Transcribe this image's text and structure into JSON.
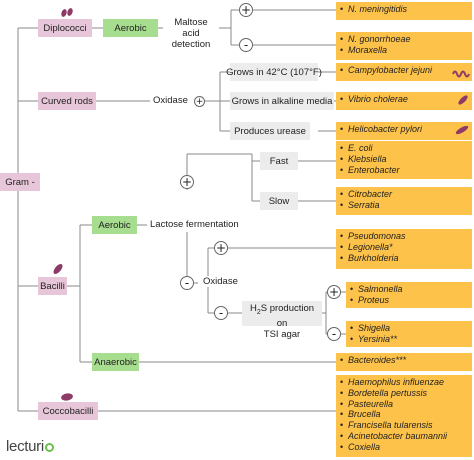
{
  "root": "Gram -",
  "groups": {
    "diplococci": "Diplococci",
    "curved_rods": "Curved rods",
    "bacilli": "Bacilli",
    "coccobacilli": "Coccobacilli"
  },
  "tests": {
    "aerobic_top": "Aerobic",
    "maltose_line1": "Maltose acid",
    "maltose_line2": "detection",
    "oxidase_curved": "Oxidase",
    "grows_42": "Grows in 42°C (107°F)",
    "grows_alkaline": "Grows in alkaline media",
    "produces_urease": "Produces urease",
    "aerobic_bacilli": "Aerobic",
    "lactose": "Lactose fermentation",
    "fast": "Fast",
    "slow": "Slow",
    "oxidase_bacilli": "Oxidase",
    "h2s_line1_a": "H",
    "h2s_line1_sub": "2",
    "h2s_line1_b": "S production on",
    "h2s_line2": "TSI agar",
    "anaerobic": "Anaerobic"
  },
  "signs": {
    "plus": "+",
    "minus": "-"
  },
  "results": {
    "r1": [
      "N. meningitidis"
    ],
    "r2": [
      "N. gonorrhoeae",
      "Moraxella"
    ],
    "r3": [
      "Campylobacter jejuni"
    ],
    "r4": [
      "Vibrio cholerae"
    ],
    "r5": [
      "Helicobacter pylori"
    ],
    "r6": [
      "E. coli",
      "Klebsiella",
      "Enterobacter"
    ],
    "r7": [
      "Citrobacter",
      "Serratia"
    ],
    "r8": [
      "Pseudomonas",
      "Legionella*",
      "Burkholderia"
    ],
    "r9": [
      "Salmonella",
      "Proteus"
    ],
    "r10": [
      "Shigella",
      "Yersinia**"
    ],
    "r11": [
      "Bacteroides***"
    ],
    "r12": [
      "Haemophilus influenzae",
      "Bordetella pertussis",
      "Pasteurella",
      "Brucella",
      "Francisella tularensis",
      "Acinetobacter baumannii",
      "Coxiella"
    ]
  },
  "logo": {
    "text_a": "lecturi",
    "brand_color": "#6cbf4a"
  },
  "colors": {
    "group": "#e8c6d9",
    "test": "#a7dd8e",
    "result": "#fdc24a",
    "line": "#888888",
    "icon": "#8e3a66"
  }
}
